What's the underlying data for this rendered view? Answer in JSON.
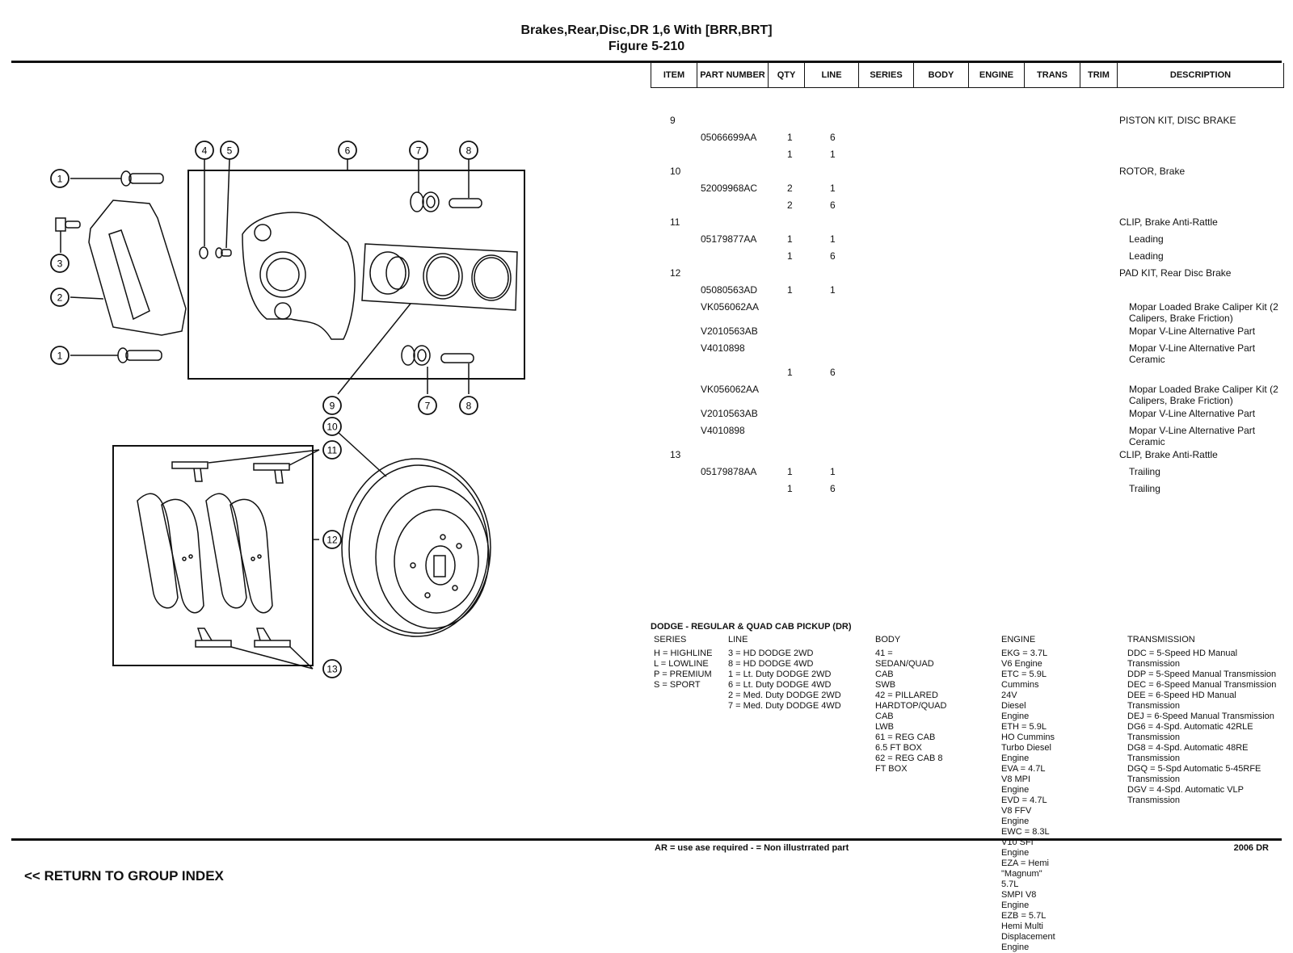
{
  "header": {
    "title": "Brakes,Rear,Disc,DR 1,6 With [BRR,BRT]",
    "figure": "Figure 5-210"
  },
  "table": {
    "columns": [
      "ITEM",
      "PART NUMBER",
      "QTY",
      "LINE",
      "SERIES",
      "BODY",
      "ENGINE",
      "TRANS",
      "TRIM",
      "DESCRIPTION"
    ],
    "rows": [
      {
        "item": "9",
        "part": "",
        "qty": "",
        "line": "",
        "desc": "PISTON KIT, DISC BRAKE",
        "indent": false
      },
      {
        "item": "",
        "part": "05066699AA",
        "qty": "1",
        "line": "6",
        "desc": "",
        "indent": false
      },
      {
        "item": "",
        "part": "",
        "qty": "1",
        "line": "1",
        "desc": "",
        "indent": false
      },
      {
        "item": "10",
        "part": "",
        "qty": "",
        "line": "",
        "desc": "ROTOR, Brake",
        "indent": false
      },
      {
        "item": "",
        "part": "52009968AC",
        "qty": "2",
        "line": "1",
        "desc": "",
        "indent": false
      },
      {
        "item": "",
        "part": "",
        "qty": "2",
        "line": "6",
        "desc": "",
        "indent": false
      },
      {
        "item": "11",
        "part": "",
        "qty": "",
        "line": "",
        "desc": "CLIP, Brake Anti-Rattle",
        "indent": false
      },
      {
        "item": "",
        "part": "05179877AA",
        "qty": "1",
        "line": "1",
        "desc": "Leading",
        "indent": true
      },
      {
        "item": "",
        "part": "",
        "qty": "1",
        "line": "6",
        "desc": "Leading",
        "indent": true
      },
      {
        "item": "12",
        "part": "",
        "qty": "",
        "line": "",
        "desc": "PAD KIT, Rear Disc Brake",
        "indent": false
      },
      {
        "item": "",
        "part": "05080563AD",
        "qty": "1",
        "line": "1",
        "desc": "",
        "indent": false
      },
      {
        "item": "",
        "part": "VK056062AA",
        "qty": "",
        "line": "",
        "desc": "Mopar Loaded Brake Caliper Kit (2 Calipers, Brake Friction)",
        "indent": true,
        "tall": true
      },
      {
        "item": "",
        "part": "V2010563AB",
        "qty": "",
        "line": "",
        "desc": "Mopar V-Line Alternative Part",
        "indent": true
      },
      {
        "item": "",
        "part": "V4010898",
        "qty": "",
        "line": "",
        "desc": "Mopar V-Line Alternative Part Ceramic",
        "indent": true,
        "tall": true
      },
      {
        "item": "",
        "part": "",
        "qty": "1",
        "line": "6",
        "desc": "",
        "indent": false
      },
      {
        "item": "",
        "part": "VK056062AA",
        "qty": "",
        "line": "",
        "desc": "Mopar Loaded Brake Caliper Kit (2 Calipers, Brake Friction)",
        "indent": true,
        "tall": true
      },
      {
        "item": "",
        "part": "V2010563AB",
        "qty": "",
        "line": "",
        "desc": "Mopar V-Line Alternative Part",
        "indent": true
      },
      {
        "item": "",
        "part": "V4010898",
        "qty": "",
        "line": "",
        "desc": "Mopar V-Line Alternative Part Ceramic",
        "indent": true,
        "tall": true
      },
      {
        "item": "13",
        "part": "",
        "qty": "",
        "line": "",
        "desc": "CLIP, Brake Anti-Rattle",
        "indent": false
      },
      {
        "item": "",
        "part": "05179878AA",
        "qty": "1",
        "line": "1",
        "desc": "Trailing",
        "indent": true
      },
      {
        "item": "",
        "part": "",
        "qty": "1",
        "line": "6",
        "desc": "Trailing",
        "indent": true
      }
    ]
  },
  "legend": {
    "title": "DODGE - REGULAR & QUAD CAB PICKUP (DR)",
    "series": {
      "heading": "SERIES",
      "lines": [
        "H = HIGHLINE",
        "L = LOWLINE",
        "P = PREMIUM",
        "S = SPORT"
      ]
    },
    "line": {
      "heading": "LINE",
      "lines": [
        "3 = HD DODGE 2WD",
        "8 = HD DODGE 4WD",
        "1 = Lt. Duty DODGE 2WD",
        "6 = Lt. Duty DODGE 4WD",
        "2 = Med. Duty DODGE 2WD",
        "7 = Med. Duty DODGE 4WD"
      ]
    },
    "body": {
      "heading": "BODY",
      "lines": [
        "41 = SEDAN/QUAD CAB",
        "SWB",
        "42 = PILLARED",
        "HARDTOP/QUAD CAB",
        "LWB",
        "61 = REG CAB 6.5 FT BOX",
        "62 = REG CAB 8 FT BOX"
      ]
    },
    "engine": {
      "heading": "ENGINE",
      "lines": [
        "EKG = 3.7L V6 Engine",
        "ETC = 5.9L Cummins 24V",
        "Diesel Engine",
        "ETH = 5.9L HO Cummins",
        "Turbo Diesel Engine",
        "EVA = 4.7L V8 MPI Engine",
        "EVD = 4.7L V8 FFV Engine",
        "EWC = 8.3L V10 SFI Engine",
        "EZA = Hemi \"Magnum\" 5.7L",
        "SMPI V8 Engine",
        "EZB = 5.7L Hemi Multi",
        "Displacement Engine"
      ]
    },
    "transmission": {
      "heading": "TRANSMISSION",
      "lines": [
        "DDC = 5-Speed HD Manual",
        "Transmission",
        "DDP = 5-Speed Manual Transmission",
        "DEC = 6-Speed Manual Transmission",
        "DEE = 6-Speed HD Manual",
        "Transmission",
        "DEJ = 6-Speed Manual Transmission",
        "DG6 = 4-Spd. Automatic 42RLE",
        "Transmission",
        "DG8 = 4-Spd. Automatic 48RE",
        "Transmission",
        "DGQ = 5-Spd Automatic 5-45RFE",
        "Transmission",
        "DGV = 4-Spd. Automatic VLP",
        "Transmission"
      ]
    }
  },
  "footer": {
    "note": "AR = use ase required    - = Non illustrrated part",
    "model": "2006 DR",
    "return_link": "<< RETURN TO GROUP INDEX"
  },
  "diagram": {
    "callouts": [
      "1",
      "2",
      "3",
      "4",
      "5",
      "6",
      "7",
      "8",
      "9",
      "10",
      "11",
      "12",
      "13"
    ]
  }
}
